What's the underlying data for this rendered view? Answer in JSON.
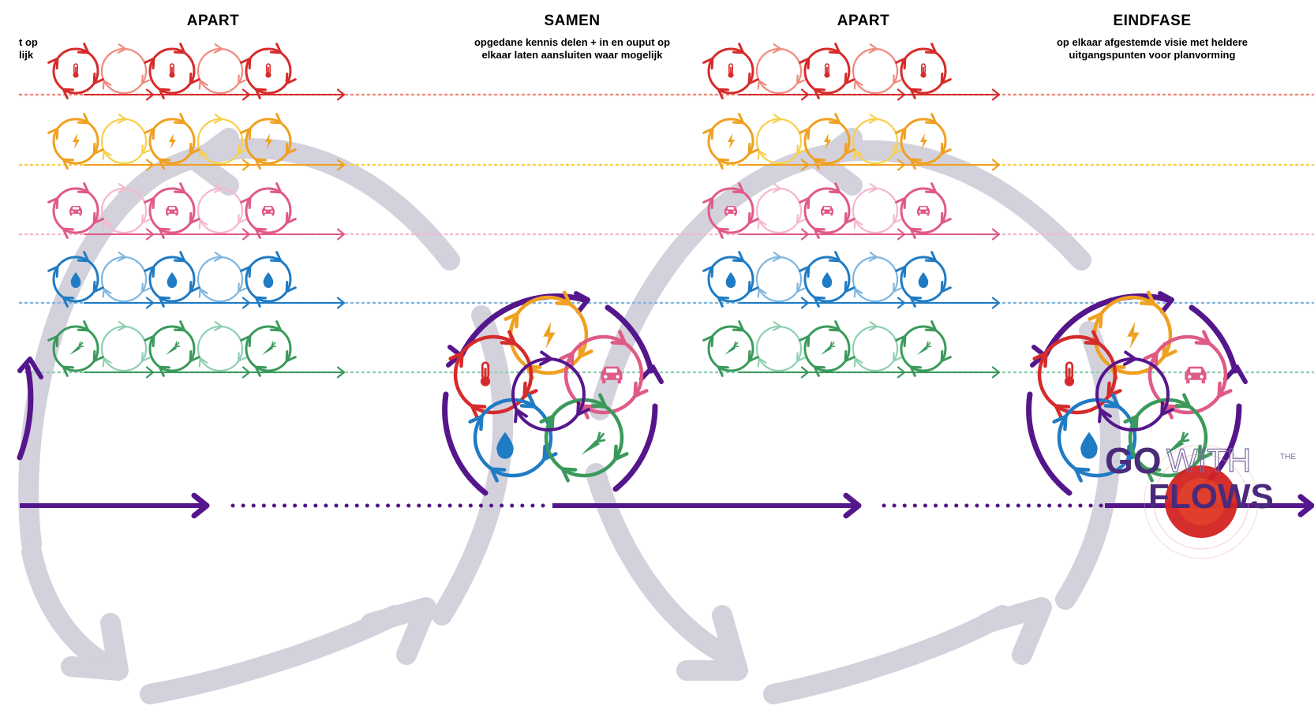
{
  "phases": [
    {
      "title": "APART",
      "subtitle": ""
    },
    {
      "title": "SAMEN",
      "subtitle_lines": [
        "opgedane kennis delen + in en ouput op",
        "elkaar laten aansluiten waar mogelijk"
      ]
    },
    {
      "title": "APART",
      "subtitle": ""
    },
    {
      "title": "EINDFASE",
      "subtitle_lines": [
        "op elkaar afgestemde visie met heldere",
        "uitgangspunten voor planvorming"
      ]
    }
  ],
  "clipped_text_lines": [
    "t op",
    "lijk"
  ],
  "logo": {
    "line1": "GO",
    "line2": "WITH",
    "line3": "THE",
    "line4": "FLOWS"
  },
  "flows": [
    {
      "name": "warmte",
      "icon": "thermometer-icon",
      "color": "#d62b2b",
      "light": "#f08a7e"
    },
    {
      "name": "energie",
      "icon": "lightning-icon",
      "color": "#f0a020",
      "light": "#f7d04a"
    },
    {
      "name": "mobiliteit",
      "icon": "car-icon",
      "color": "#e05a86",
      "light": "#f5b8cc"
    },
    {
      "name": "water",
      "icon": "water-drop-icon",
      "color": "#1f7bc4",
      "light": "#7fb6df"
    },
    {
      "name": "voedsel",
      "icon": "carrot-icon",
      "color": "#3a9a5b",
      "light": "#8fd0b2"
    }
  ],
  "colors": {
    "main_arrow": "#55168c",
    "cycle_grey": "#d3d1dc"
  }
}
